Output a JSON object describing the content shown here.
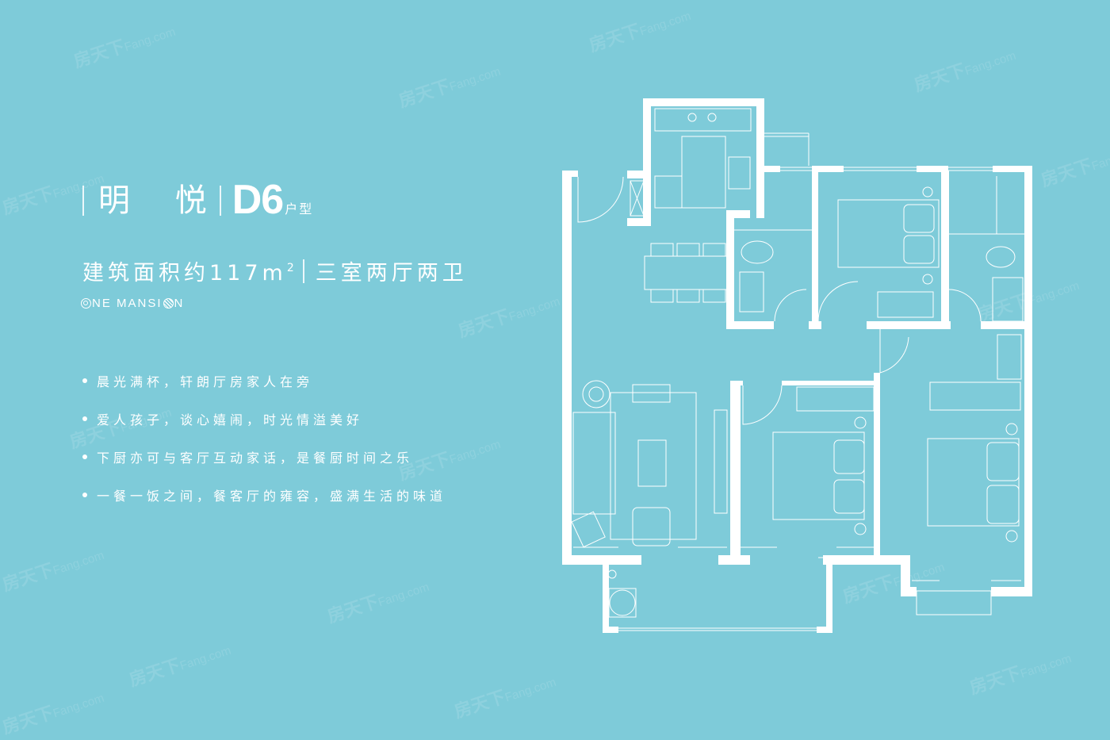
{
  "header": {
    "name": "明 悦",
    "unit_code": "D6",
    "unit_suffix": "户型"
  },
  "area_line": {
    "prefix": "建筑面积约117m",
    "superscript": "2",
    "layout": "三室两厅两卫"
  },
  "brand": {
    "left_glyph": "ring-logo",
    "text_a": "NE MANSI",
    "text_b": "N"
  },
  "features": [
    {
      "icon": "bullet-dot",
      "text": "晨光满杯，轩朗厅房家人在旁"
    },
    {
      "icon": "bullet-dot",
      "text": "爱人孩子，谈心嬉闹，时光情溢美好"
    },
    {
      "icon": "bullet-dot",
      "text": "下厨亦可与客厅互动家话，是餐厨时间之乐"
    },
    {
      "icon": "bullet-dot",
      "text": "一餐一饭之间，餐客厅的雍容，盛满生活的味道"
    }
  ],
  "watermark": {
    "cn": "房天下",
    "en": "Fang.com"
  },
  "colors": {
    "background": "#7ecbd9",
    "line": "#ffffff"
  },
  "floor_plan": {
    "rooms": [
      "kitchen",
      "dining",
      "living-room",
      "bathroom-1",
      "bedroom-north",
      "bathroom-2",
      "bedroom-master",
      "bedroom-south-east",
      "balcony"
    ]
  }
}
